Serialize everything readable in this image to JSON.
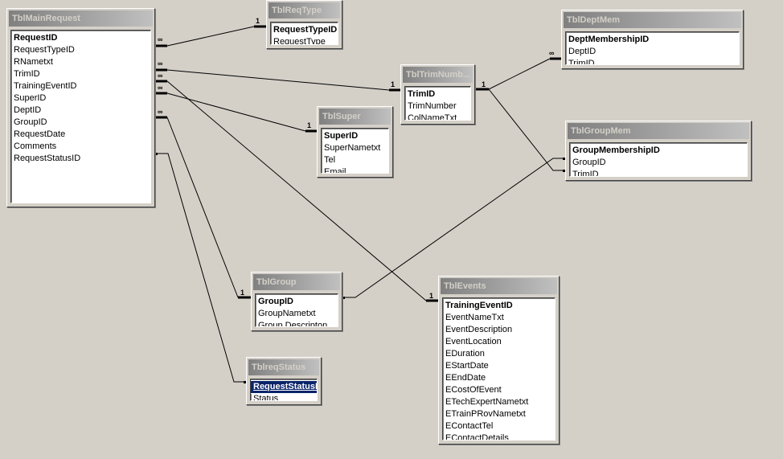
{
  "tables": {
    "main": {
      "title": "TblMainRequest",
      "fields": [
        "RequestID",
        "RequestTypeID",
        "RNametxt",
        "TrimID",
        "TrainingEventID",
        "SuperID",
        "DeptID",
        "GroupID",
        "RequestDate",
        "Comments",
        "RequestStatusID"
      ]
    },
    "reqtype": {
      "title": "TblReqType",
      "fields": [
        "RequestTypeID",
        "RequestType"
      ]
    },
    "deptmem": {
      "title": "TblDeptMem",
      "fields": [
        "DeptMembershipID",
        "DeptID",
        "TrimID"
      ]
    },
    "trim": {
      "title": "TblTrimNumb...",
      "fields": [
        "TrimID",
        "TrimNumber",
        "ColNameTxt"
      ]
    },
    "super": {
      "title": "TblSuper",
      "fields": [
        "SuperID",
        "SuperNametxt",
        "Tel",
        "Email"
      ]
    },
    "groupmem": {
      "title": "TblGroupMem",
      "fields": [
        "GroupMembershipID",
        "GroupID",
        "TrimID"
      ]
    },
    "group": {
      "title": "TblGroup",
      "fields": [
        "GroupID",
        "GroupNametxt",
        "Group Descripton"
      ]
    },
    "events": {
      "title": "TblEvents",
      "fields": [
        "TrainingEventID",
        "EventNameTxt",
        "EventDescription",
        "EventLocation",
        "EDuration",
        "EStartDate",
        "EEndDate",
        "ECostOfEvent",
        "ETechExpertNametxt",
        "ETrainPRovNametxt",
        "EContactTel",
        "EContactDetails"
      ]
    },
    "reqstatus": {
      "title": "TblreqStatus",
      "fields": [
        "RequestStatusID",
        "Status"
      ]
    }
  },
  "cardinality": {
    "one": "1",
    "many": "∞"
  }
}
